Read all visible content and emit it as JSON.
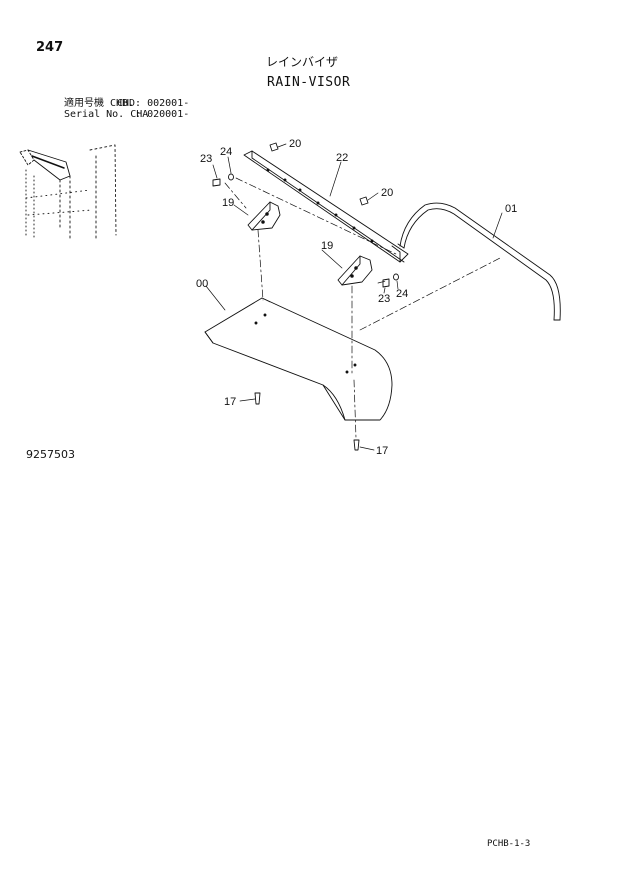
{
  "header": {
    "page_number": "247",
    "title_jp": "レインバイザ",
    "title_en": "RAIN-VISOR",
    "serial_rows": [
      {
        "label": "適用号機 CHB.",
        "value": "CHD: 002001-"
      },
      {
        "label": "Serial No. CHA",
        "value": "   : 020001-"
      }
    ]
  },
  "drawing_number": "9257503",
  "footer_code": "PCHB-1-3",
  "callouts": {
    "c00": "00",
    "c01": "01",
    "c17a": "17",
    "c17b": "17",
    "c19a": "19",
    "c19b": "19",
    "c20a": "20",
    "c20b": "20",
    "c22": "22",
    "c23a": "23",
    "c23b": "23",
    "c24a": "24",
    "c24b": "24"
  }
}
